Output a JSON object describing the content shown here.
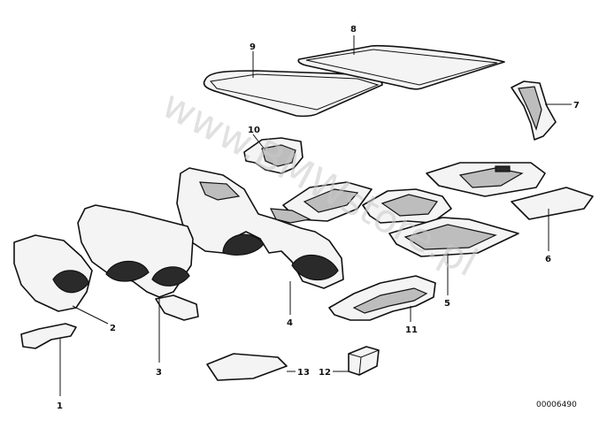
{
  "diagram": {
    "callouts": [
      "1",
      "2",
      "3",
      "4",
      "5",
      "6",
      "7",
      "8",
      "9",
      "10",
      "11",
      "12",
      "13"
    ],
    "watermark": "www.BMWstore.pl",
    "doc_number": "00006490"
  }
}
